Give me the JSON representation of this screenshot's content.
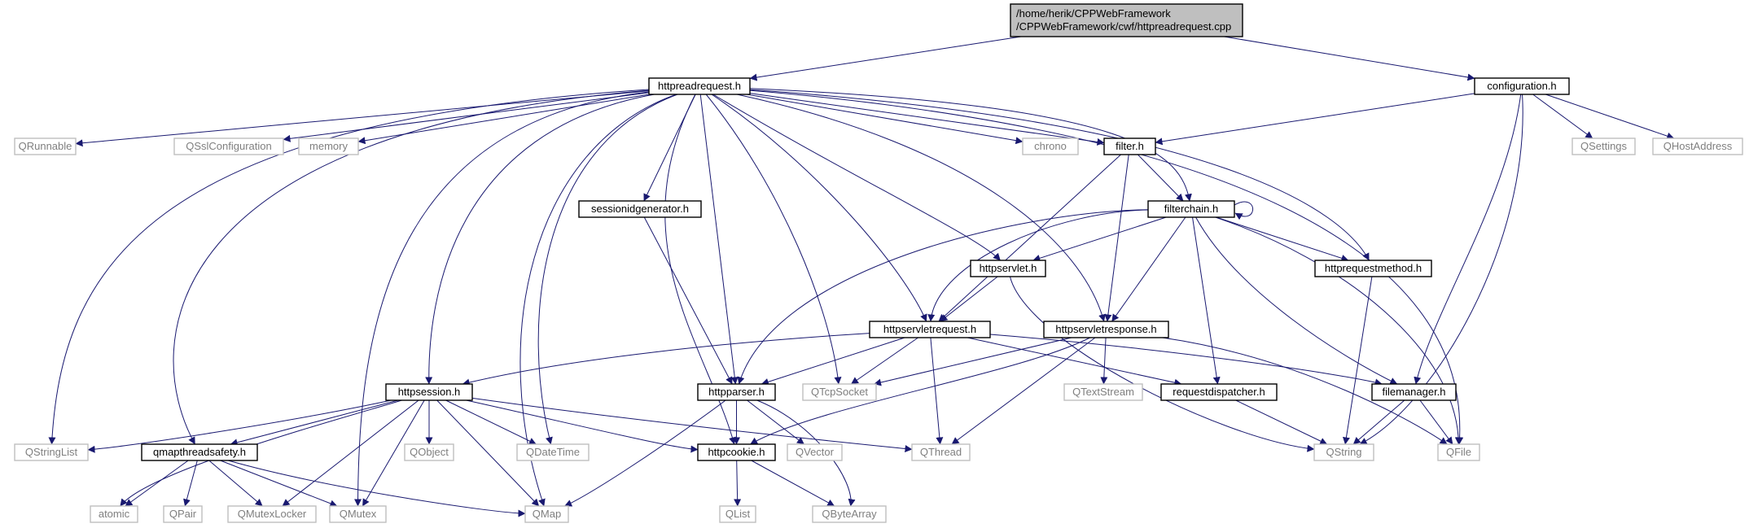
{
  "graph": {
    "colors": {
      "edge": "#191970",
      "root_fill": "#bfbfbf",
      "local_stroke": "#000000",
      "external_stroke": "#bfbfbf",
      "external_text": "#7f7f7f",
      "text": "#000000"
    },
    "nodes": [
      {
        "id": "root",
        "lines": [
          "/home/herik/CPPWebFramework",
          "/CPPWebFramework/cwf/httpreadrequest.cpp"
        ],
        "kind": "root"
      },
      {
        "id": "httpreadrequest_h",
        "lines": [
          "httpreadrequest.h"
        ],
        "kind": "local"
      },
      {
        "id": "configuration_h",
        "lines": [
          "configuration.h"
        ],
        "kind": "local"
      },
      {
        "id": "QRunnable",
        "lines": [
          "QRunnable"
        ],
        "kind": "external"
      },
      {
        "id": "QSslConfiguration",
        "lines": [
          "QSslConfiguration"
        ],
        "kind": "external"
      },
      {
        "id": "memory",
        "lines": [
          "memory"
        ],
        "kind": "external"
      },
      {
        "id": "chrono",
        "lines": [
          "chrono"
        ],
        "kind": "external"
      },
      {
        "id": "filter_h",
        "lines": [
          "filter.h"
        ],
        "kind": "local"
      },
      {
        "id": "QSettings",
        "lines": [
          "QSettings"
        ],
        "kind": "external"
      },
      {
        "id": "QHostAddress",
        "lines": [
          "QHostAddress"
        ],
        "kind": "external"
      },
      {
        "id": "sessionidgenerator_h",
        "lines": [
          "sessionidgenerator.h"
        ],
        "kind": "local"
      },
      {
        "id": "filterchain_h",
        "lines": [
          "filterchain.h"
        ],
        "kind": "local"
      },
      {
        "id": "httpservlet_h",
        "lines": [
          "httpservlet.h"
        ],
        "kind": "local"
      },
      {
        "id": "httprequestmethod_h",
        "lines": [
          "httprequestmethod.h"
        ],
        "kind": "local"
      },
      {
        "id": "httpservletrequest_h",
        "lines": [
          "httpservletrequest.h"
        ],
        "kind": "local"
      },
      {
        "id": "httpservletresponse_h",
        "lines": [
          "httpservletresponse.h"
        ],
        "kind": "local"
      },
      {
        "id": "httpsession_h",
        "lines": [
          "httpsession.h"
        ],
        "kind": "local"
      },
      {
        "id": "httpparser_h",
        "lines": [
          "httpparser.h"
        ],
        "kind": "local"
      },
      {
        "id": "QTcpSocket",
        "lines": [
          "QTcpSocket"
        ],
        "kind": "external"
      },
      {
        "id": "QTextStream",
        "lines": [
          "QTextStream"
        ],
        "kind": "external"
      },
      {
        "id": "requestdispatcher_h",
        "lines": [
          "requestdispatcher.h"
        ],
        "kind": "local"
      },
      {
        "id": "filemanager_h",
        "lines": [
          "filemanager.h"
        ],
        "kind": "local"
      },
      {
        "id": "QStringList",
        "lines": [
          "QStringList"
        ],
        "kind": "external"
      },
      {
        "id": "qmapthreadsafety_h",
        "lines": [
          "qmapthreadsafety.h"
        ],
        "kind": "local"
      },
      {
        "id": "QObject",
        "lines": [
          "QObject"
        ],
        "kind": "external"
      },
      {
        "id": "QDateTime",
        "lines": [
          "QDateTime"
        ],
        "kind": "external"
      },
      {
        "id": "httpcookie_h",
        "lines": [
          "httpcookie.h"
        ],
        "kind": "local"
      },
      {
        "id": "QVector",
        "lines": [
          "QVector"
        ],
        "kind": "external"
      },
      {
        "id": "QThread",
        "lines": [
          "QThread"
        ],
        "kind": "external"
      },
      {
        "id": "QString",
        "lines": [
          "QString"
        ],
        "kind": "external"
      },
      {
        "id": "QFile",
        "lines": [
          "QFile"
        ],
        "kind": "external"
      },
      {
        "id": "atomic",
        "lines": [
          "atomic"
        ],
        "kind": "external"
      },
      {
        "id": "QPair",
        "lines": [
          "QPair"
        ],
        "kind": "external"
      },
      {
        "id": "QMutexLocker",
        "lines": [
          "QMutexLocker"
        ],
        "kind": "external"
      },
      {
        "id": "QMutex",
        "lines": [
          "QMutex"
        ],
        "kind": "external"
      },
      {
        "id": "QMap",
        "lines": [
          "QMap"
        ],
        "kind": "external"
      },
      {
        "id": "QList",
        "lines": [
          "QList"
        ],
        "kind": "external"
      },
      {
        "id": "QByteArray",
        "lines": [
          "QByteArray"
        ],
        "kind": "external"
      }
    ],
    "edges": [
      [
        "root",
        "httpreadrequest_h"
      ],
      [
        "root",
        "configuration_h"
      ],
      [
        "httpreadrequest_h",
        "QRunnable"
      ],
      [
        "httpreadrequest_h",
        "QSslConfiguration"
      ],
      [
        "httpreadrequest_h",
        "memory"
      ],
      [
        "httpreadrequest_h",
        "chrono"
      ],
      [
        "httpreadrequest_h",
        "filter_h"
      ],
      [
        "httpreadrequest_h",
        "filterchain_h"
      ],
      [
        "httpreadrequest_h",
        "sessionidgenerator_h"
      ],
      [
        "httpreadrequest_h",
        "httpservlet_h"
      ],
      [
        "httpreadrequest_h",
        "httprequestmethod_h"
      ],
      [
        "httpreadrequest_h",
        "httpservletrequest_h"
      ],
      [
        "httpreadrequest_h",
        "httpservletresponse_h"
      ],
      [
        "httpreadrequest_h",
        "httpsession_h"
      ],
      [
        "httpreadrequest_h",
        "httpparser_h"
      ],
      [
        "httpreadrequest_h",
        "QTcpSocket"
      ],
      [
        "httpreadrequest_h",
        "QStringList"
      ],
      [
        "httpreadrequest_h",
        "qmapthreadsafety_h"
      ],
      [
        "httpreadrequest_h",
        "QDateTime"
      ],
      [
        "httpreadrequest_h",
        "httpcookie_h"
      ],
      [
        "httpreadrequest_h",
        "QMutex"
      ],
      [
        "httpreadrequest_h",
        "QMap"
      ],
      [
        "httpreadrequest_h",
        "QFile"
      ],
      [
        "configuration_h",
        "filter_h"
      ],
      [
        "configuration_h",
        "QSettings"
      ],
      [
        "configuration_h",
        "QHostAddress"
      ],
      [
        "configuration_h",
        "filemanager_h"
      ],
      [
        "configuration_h",
        "QString"
      ],
      [
        "filter_h",
        "filterchain_h"
      ],
      [
        "filter_h",
        "httpservletrequest_h"
      ],
      [
        "filter_h",
        "httpservletresponse_h"
      ],
      [
        "filterchain_h",
        "filterchain_h"
      ],
      [
        "filterchain_h",
        "httpservlet_h"
      ],
      [
        "filterchain_h",
        "httprequestmethod_h"
      ],
      [
        "filterchain_h",
        "httpservletrequest_h"
      ],
      [
        "filterchain_h",
        "httpservletresponse_h"
      ],
      [
        "filterchain_h",
        "httpparser_h"
      ],
      [
        "filterchain_h",
        "requestdispatcher_h"
      ],
      [
        "filterchain_h",
        "filemanager_h"
      ],
      [
        "filterchain_h",
        "QFile"
      ],
      [
        "sessionidgenerator_h",
        "httpparser_h"
      ],
      [
        "httpservlet_h",
        "httpservletrequest_h"
      ],
      [
        "httpservlet_h",
        "QString"
      ],
      [
        "httprequestmethod_h",
        "QString"
      ],
      [
        "httpservletrequest_h",
        "httpsession_h"
      ],
      [
        "httpservletrequest_h",
        "httpparser_h"
      ],
      [
        "httpservletrequest_h",
        "QTcpSocket"
      ],
      [
        "httpservletrequest_h",
        "requestdispatcher_h"
      ],
      [
        "httpservletrequest_h",
        "filemanager_h"
      ],
      [
        "httpservletrequest_h",
        "QThread"
      ],
      [
        "httpservletresponse_h",
        "QTcpSocket"
      ],
      [
        "httpservletresponse_h",
        "QTextStream"
      ],
      [
        "httpservletresponse_h",
        "httpcookie_h"
      ],
      [
        "httpservletresponse_h",
        "QThread"
      ],
      [
        "httpservletresponse_h",
        "QFile"
      ],
      [
        "httpsession_h",
        "QStringList"
      ],
      [
        "httpsession_h",
        "qmapthreadsafety_h"
      ],
      [
        "httpsession_h",
        "QObject"
      ],
      [
        "httpsession_h",
        "QDateTime"
      ],
      [
        "httpsession_h",
        "httpcookie_h"
      ],
      [
        "httpsession_h",
        "QThread"
      ],
      [
        "httpsession_h",
        "atomic"
      ],
      [
        "httpsession_h",
        "QMutexLocker"
      ],
      [
        "httpsession_h",
        "QMutex"
      ],
      [
        "httpsession_h",
        "QMap"
      ],
      [
        "httpparser_h",
        "httpcookie_h"
      ],
      [
        "httpparser_h",
        "QVector"
      ],
      [
        "httpparser_h",
        "QMap"
      ],
      [
        "httpparser_h",
        "QByteArray"
      ],
      [
        "requestdispatcher_h",
        "QString"
      ],
      [
        "filemanager_h",
        "QString"
      ],
      [
        "filemanager_h",
        "QFile"
      ],
      [
        "qmapthreadsafety_h",
        "atomic"
      ],
      [
        "qmapthreadsafety_h",
        "QPair"
      ],
      [
        "qmapthreadsafety_h",
        "QMutexLocker"
      ],
      [
        "qmapthreadsafety_h",
        "QMutex"
      ],
      [
        "qmapthreadsafety_h",
        "QMap"
      ],
      [
        "httpcookie_h",
        "QList"
      ],
      [
        "httpcookie_h",
        "QByteArray"
      ]
    ]
  }
}
